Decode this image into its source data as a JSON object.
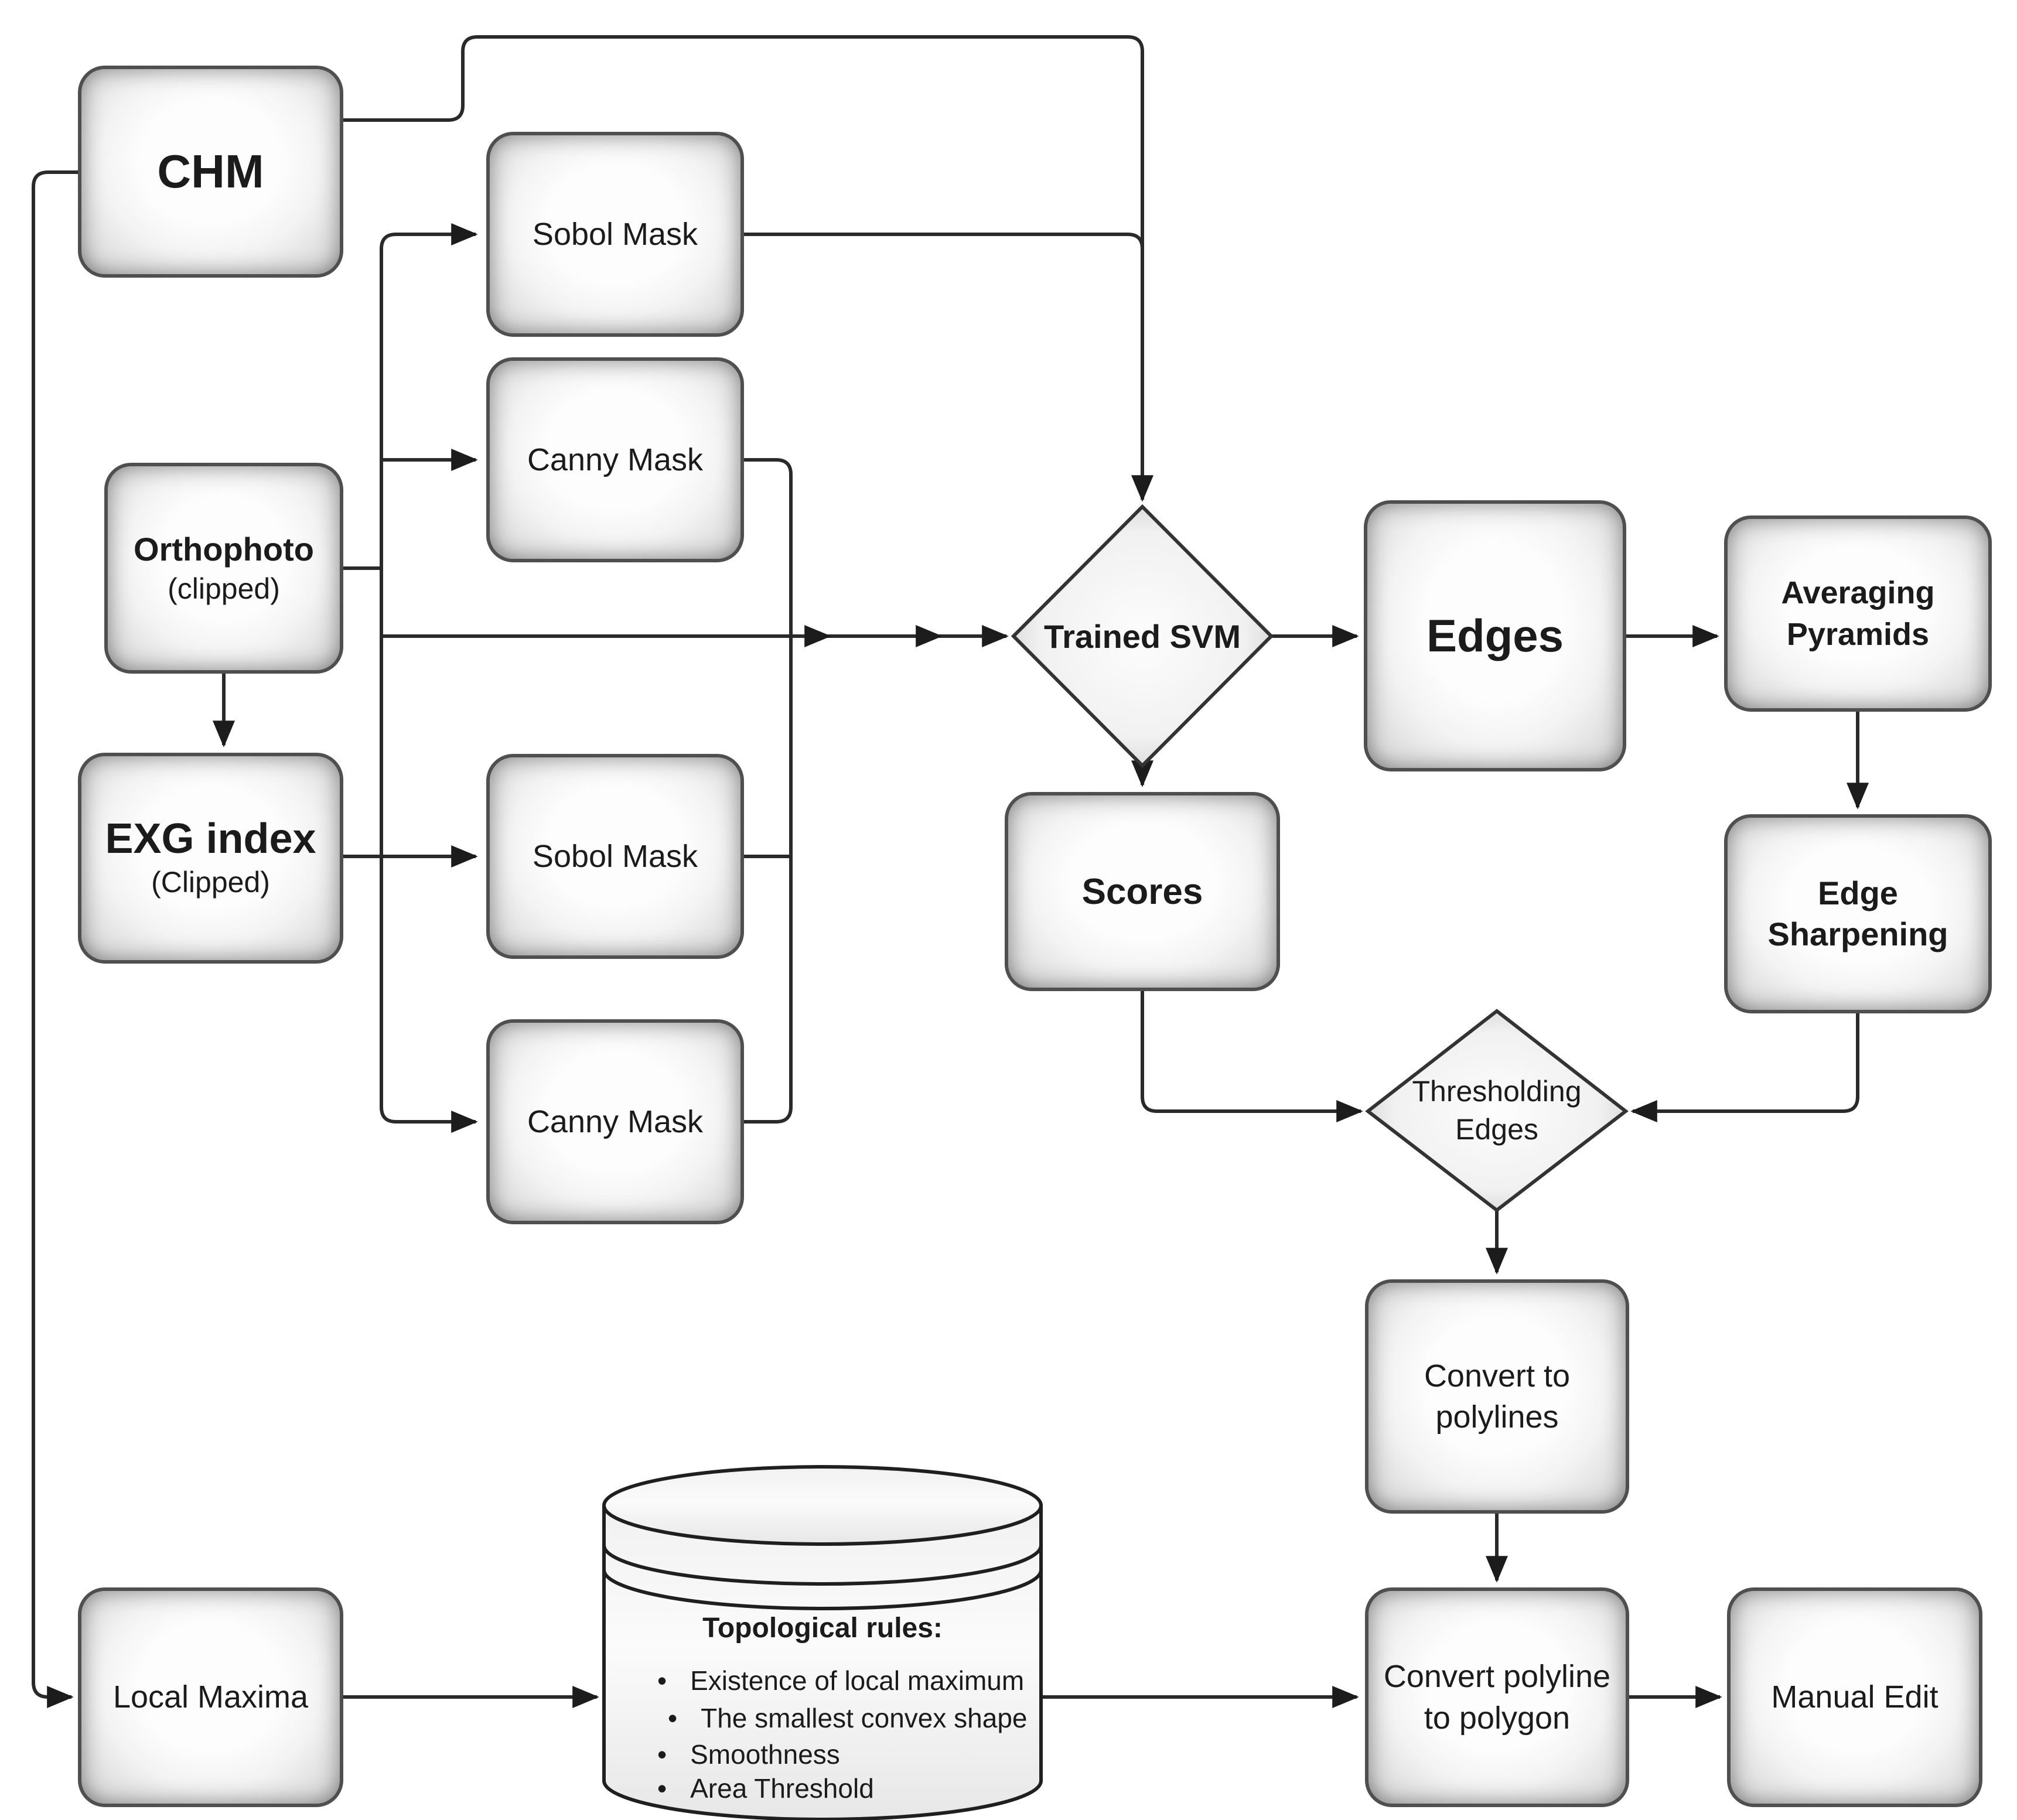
{
  "figure": {
    "type": "flowchart",
    "background_color": "#ffffff",
    "line_color": "#2a2a2a",
    "node_border_color": "#4f4f4f",
    "node_fill_color": "#f3f3f3",
    "nodes": {
      "chm": {
        "label": "CHM"
      },
      "orthophoto": {
        "line1": "Orthophoto",
        "line2": "(clipped)"
      },
      "exg_index": {
        "line1": "EXG index",
        "line2": "(Clipped)"
      },
      "sobol_mask_top": {
        "label": "Sobol Mask"
      },
      "canny_mask_top": {
        "label": "Canny Mask"
      },
      "sobol_mask_bottom": {
        "label": "Sobol Mask"
      },
      "canny_mask_bottom": {
        "label": "Canny Mask"
      },
      "trained_svm": {
        "label": "Trained SVM"
      },
      "edges": {
        "label": "Edges"
      },
      "averaging_pyramids": {
        "line1": "Averaging",
        "line2": "Pyramids"
      },
      "scores": {
        "label": "Scores"
      },
      "edge_sharpening": {
        "line1": "Edge",
        "line2": "Sharpening"
      },
      "thresholding_edges": {
        "line1": "Thresholding",
        "line2": "Edges"
      },
      "convert_to_polylines": {
        "line1": "Convert to",
        "line2": "polylines"
      },
      "convert_polyline_to_polygon": {
        "line1": "Convert polyline",
        "line2": "to polygon"
      },
      "manual_edit": {
        "label": "Manual Edit"
      },
      "local_maxima": {
        "label": "Local Maxima"
      },
      "topological_rules": {
        "title": "Topological rules:",
        "bullets": [
          "Existence of local maximum",
          "The smallest convex shape",
          "Smoothness",
          "Area Threshold"
        ]
      }
    },
    "edges_list": [
      {
        "from": "chm",
        "to": "trained_svm"
      },
      {
        "from": "chm",
        "to": "local_maxima"
      },
      {
        "from": "orthophoto",
        "to": "exg_index"
      },
      {
        "from": "orthophoto",
        "to": "sobol_mask_top"
      },
      {
        "from": "orthophoto",
        "to": "canny_mask_top"
      },
      {
        "from": "orthophoto",
        "to": "sobol_mask_bottom"
      },
      {
        "from": "orthophoto",
        "to": "canny_mask_bottom"
      },
      {
        "from": "orthophoto",
        "to": "trained_svm"
      },
      {
        "from": "exg_index",
        "to": "sobol_mask_bottom"
      },
      {
        "from": "sobol_mask_top",
        "to": "trained_svm"
      },
      {
        "from": "canny_mask_top",
        "to": "trained_svm"
      },
      {
        "from": "sobol_mask_bottom",
        "to": "trained_svm"
      },
      {
        "from": "canny_mask_bottom",
        "to": "trained_svm"
      },
      {
        "from": "trained_svm",
        "to": "edges"
      },
      {
        "from": "trained_svm",
        "to": "scores"
      },
      {
        "from": "edges",
        "to": "averaging_pyramids"
      },
      {
        "from": "averaging_pyramids",
        "to": "edge_sharpening"
      },
      {
        "from": "scores",
        "to": "thresholding_edges"
      },
      {
        "from": "edge_sharpening",
        "to": "thresholding_edges"
      },
      {
        "from": "thresholding_edges",
        "to": "convert_to_polylines"
      },
      {
        "from": "convert_to_polylines",
        "to": "convert_polyline_to_polygon"
      },
      {
        "from": "local_maxima",
        "to": "topological_rules"
      },
      {
        "from": "topological_rules",
        "to": "convert_polyline_to_polygon"
      },
      {
        "from": "convert_polyline_to_polygon",
        "to": "manual_edit"
      }
    ]
  }
}
